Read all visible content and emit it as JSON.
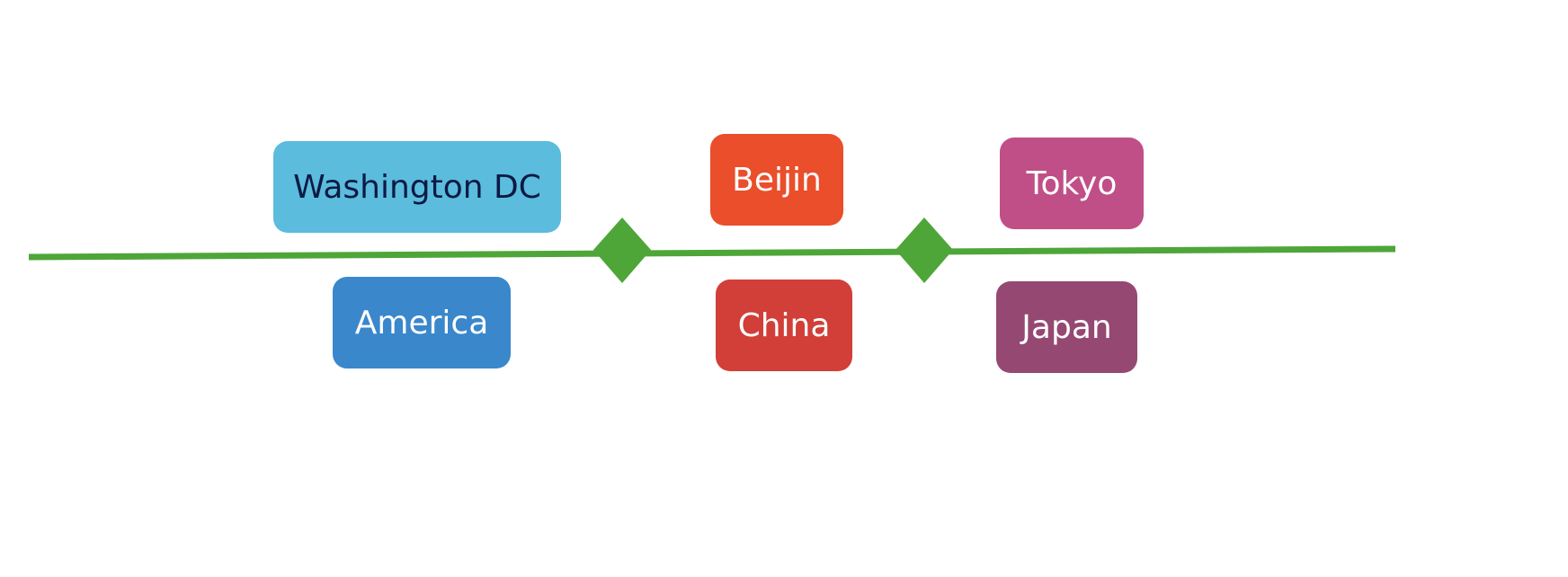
{
  "colors": {
    "timeline": "#4ea638",
    "washington_dc": "#5bbcdd",
    "washington_dc_text": "#0c1a44",
    "beijin": "#ea4e2b",
    "tokyo": "#c04f87",
    "america": "#3a87cc",
    "china": "#d13f38",
    "japan": "#954872",
    "label_text": "#ffffff"
  },
  "labels": {
    "top": {
      "washington_dc": "Washington DC",
      "beijin": "Beijin",
      "tokyo": "Tokyo"
    },
    "bottom": {
      "america": "America",
      "china": "China",
      "japan": "Japan"
    }
  }
}
